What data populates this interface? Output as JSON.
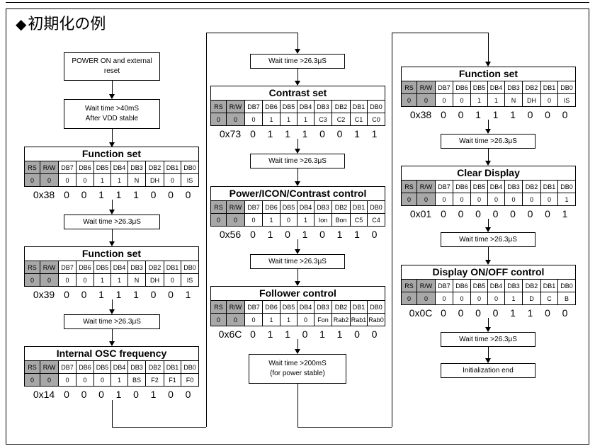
{
  "title": "初期化の例",
  "steps": {
    "power_on": "POWER ON and external reset",
    "wait_40ms": "Wait time >40mS\nAfter VDD stable",
    "wait_26": "Wait time >26.3μS",
    "wait_200ms": "Wait time >200mS\n(for power stable)",
    "init_end": "Initialization end"
  },
  "header": [
    "RS",
    "R/W",
    "DB7",
    "DB6",
    "DB5",
    "DB4",
    "DB3",
    "DB2",
    "DB1",
    "DB0"
  ],
  "registers": [
    {
      "title": "Function set",
      "values": [
        "0",
        "0",
        "0",
        "0",
        "1",
        "1",
        "N",
        "DH",
        "0",
        "IS"
      ],
      "hex": "0x38",
      "bits": [
        "0",
        "0",
        "1",
        "1",
        "1",
        "0",
        "0",
        "0"
      ]
    },
    {
      "title": "Function set",
      "values": [
        "0",
        "0",
        "0",
        "0",
        "1",
        "1",
        "N",
        "DH",
        "0",
        "IS"
      ],
      "hex": "0x39",
      "bits": [
        "0",
        "0",
        "1",
        "1",
        "1",
        "0",
        "0",
        "1"
      ]
    },
    {
      "title": "Internal OSC frequency",
      "values": [
        "0",
        "0",
        "0",
        "0",
        "0",
        "1",
        "BS",
        "F2",
        "F1",
        "F0"
      ],
      "hex": "0x14",
      "bits": [
        "0",
        "0",
        "0",
        "1",
        "0",
        "1",
        "0",
        "0"
      ]
    },
    {
      "title": "Contrast set",
      "values": [
        "0",
        "0",
        "0",
        "1",
        "1",
        "1",
        "C3",
        "C2",
        "C1",
        "C0"
      ],
      "hex": "0x73",
      "bits": [
        "0",
        "1",
        "1",
        "1",
        "0",
        "0",
        "1",
        "1"
      ]
    },
    {
      "title": "Power/ICON/Contrast control",
      "values": [
        "0",
        "0",
        "0",
        "1",
        "0",
        "1",
        "Ion",
        "Bon",
        "C5",
        "C4"
      ],
      "hex": "0x56",
      "bits": [
        "0",
        "1",
        "0",
        "1",
        "0",
        "1",
        "1",
        "0"
      ]
    },
    {
      "title": "Follower control",
      "values": [
        "0",
        "0",
        "0",
        "1",
        "1",
        "0",
        "Fon",
        "Rab2",
        "Rab1",
        "Rab0"
      ],
      "hex": "0x6C",
      "bits": [
        "0",
        "1",
        "1",
        "0",
        "1",
        "1",
        "0",
        "0"
      ]
    },
    {
      "title": "Function set",
      "values": [
        "0",
        "0",
        "0",
        "0",
        "1",
        "1",
        "N",
        "DH",
        "0",
        "IS"
      ],
      "hex": "0x38",
      "bits": [
        "0",
        "0",
        "1",
        "1",
        "1",
        "0",
        "0",
        "0"
      ]
    },
    {
      "title": "Clear  Display",
      "values": [
        "0",
        "0",
        "0",
        "0",
        "0",
        "0",
        "0",
        "0",
        "0",
        "1"
      ],
      "hex": "0x01",
      "bits": [
        "0",
        "0",
        "0",
        "0",
        "0",
        "0",
        "0",
        "1"
      ]
    },
    {
      "title": "Display ON/OFF control",
      "values": [
        "0",
        "0",
        "0",
        "0",
        "0",
        "0",
        "1",
        "D",
        "C",
        "B"
      ],
      "hex": "0x0C",
      "bits": [
        "0",
        "0",
        "0",
        "0",
        "1",
        "1",
        "0",
        "0"
      ]
    }
  ]
}
